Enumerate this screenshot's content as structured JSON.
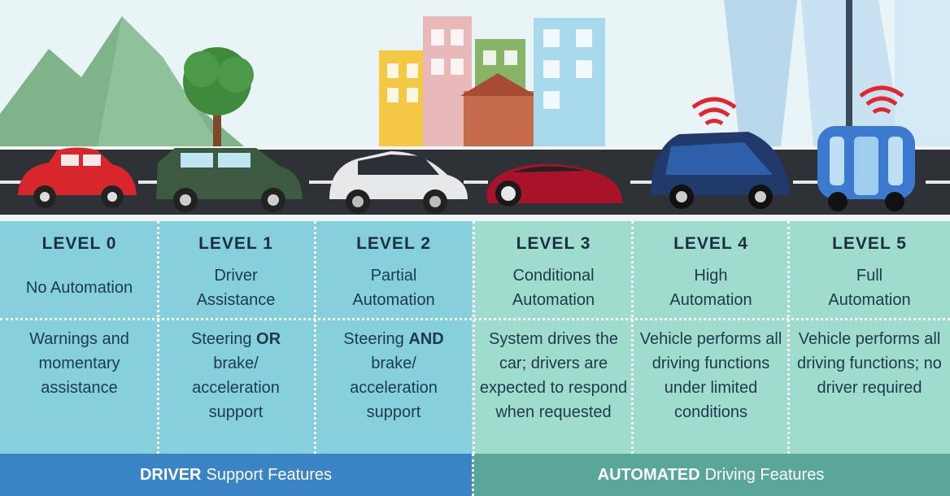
{
  "levels": [
    {
      "level": "LEVEL 0",
      "name": "No Automation",
      "desc_pre": "Warnings and momentary assistance",
      "desc_bold": "",
      "desc_post": ""
    },
    {
      "level": "LEVEL 1",
      "name": "Driver Assistance",
      "desc_pre": "Steering ",
      "desc_bold": "OR",
      "desc_post": " brake/ acceleration support"
    },
    {
      "level": "LEVEL 2",
      "name": "Partial Automation",
      "desc_pre": "Steering ",
      "desc_bold": "AND",
      "desc_post": " brake/ acceleration support"
    },
    {
      "level": "LEVEL 3",
      "name": "Conditional Automation",
      "desc_pre": "System drives the car; drivers are expected to respond when requested",
      "desc_bold": "",
      "desc_post": ""
    },
    {
      "level": "LEVEL 4",
      "name": "High Automation",
      "desc_pre": "Vehicle performs all driving functions under limited conditions",
      "desc_bold": "",
      "desc_post": ""
    },
    {
      "level": "LEVEL 5",
      "name": "Full Automation",
      "desc_pre": "Vehicle performs all driving functions; no driver required",
      "desc_bold": "",
      "desc_post": ""
    }
  ],
  "footer": {
    "driver_bold": "DRIVER",
    "driver_rest": "Support Features",
    "auto_bold": "AUTOMATED",
    "auto_rest": "Driving Features"
  },
  "colors": {
    "driver_panel": "#86d0de",
    "auto_panel": "#9fdccd",
    "driver_footer": "#3a84c6",
    "auto_footer": "#5aa79a",
    "road": "#2e3135",
    "sky": "#e9f4f6"
  }
}
